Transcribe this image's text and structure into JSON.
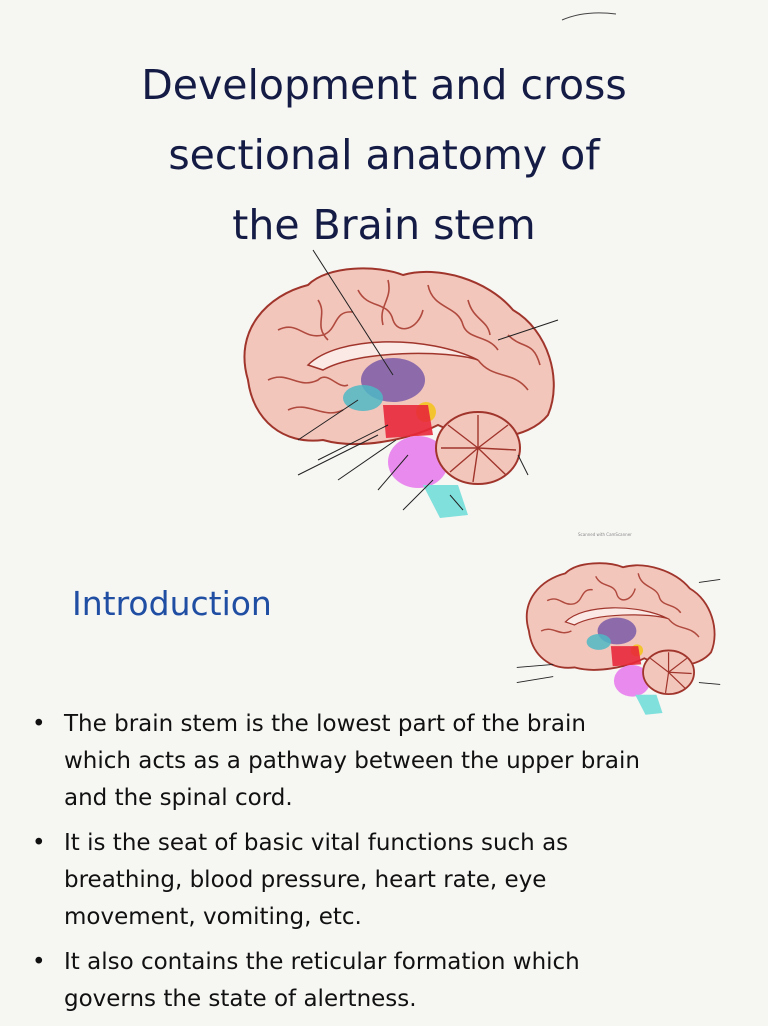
{
  "slide1": {
    "title_lines": [
      "Development and cross",
      "sectional anatomy of",
      "the Brain stem"
    ]
  },
  "slide2": {
    "scan_note": "Scanned with CamScanner",
    "heading": "Introduction",
    "bullets": [
      "The brain stem is the lowest part of the brain which acts as a pathway between the upper brain and the spinal cord.",
      "It is the seat of basic vital functions such as breathing, blood pressure, heart rate, eye movement, vomiting, etc.",
      "It also contains the reticular formation which governs the state of alertness."
    ]
  },
  "colors": {
    "title": "#141b44",
    "heading": "#1f4ea3",
    "cortex": "#f3c6bc",
    "cortex_stroke": "#a0352c",
    "thalamus": "#7a5aa8",
    "midbrain": "#e8283a",
    "pons": "#e98bee",
    "medulla": "#7fe0dc",
    "hypothalamus": "#4fb7c4",
    "junction": "#f4c430"
  },
  "icons": [
    "brain-diagram-large",
    "brain-diagram-small"
  ]
}
